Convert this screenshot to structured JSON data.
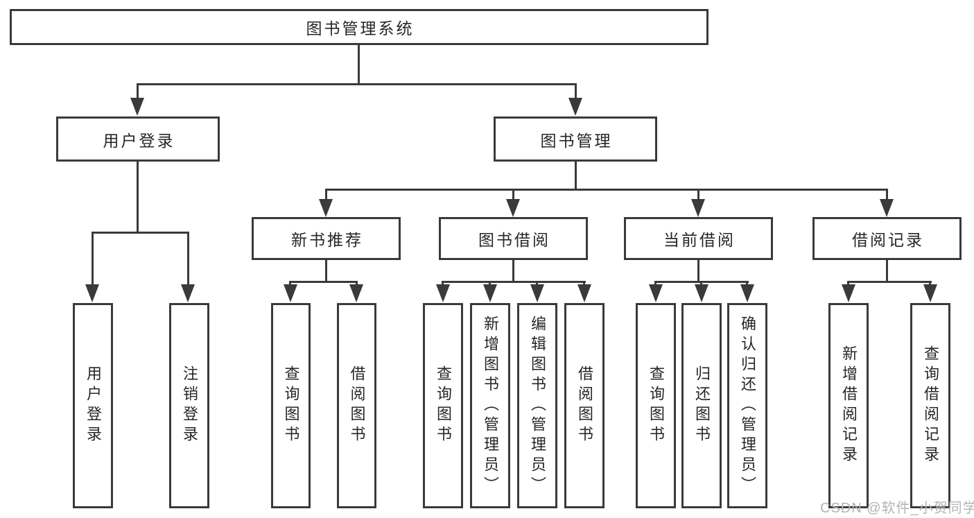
{
  "diagram": {
    "type": "hierarchy-tree",
    "title": "图书管理系统",
    "colors": {
      "background": "#ffffff",
      "line": "#3a3a3a",
      "box_border": "#3a3a3a",
      "text": "#262626",
      "watermark": "#b3b3b3"
    },
    "tree": {
      "label": "图书管理系统",
      "children": [
        {
          "label": "用户登录",
          "children": [
            {
              "label": "用户登录"
            },
            {
              "label": "注销登录"
            }
          ]
        },
        {
          "label": "图书管理",
          "children": [
            {
              "label": "新书推荐",
              "children": [
                {
                  "label": "查询图书"
                },
                {
                  "label": "借阅图书"
                }
              ]
            },
            {
              "label": "图书借阅",
              "children": [
                {
                  "label": "查询图书"
                },
                {
                  "label": "新增图书（管理员）"
                },
                {
                  "label": "编辑图书（管理员）"
                },
                {
                  "label": "借阅图书"
                }
              ]
            },
            {
              "label": "当前借阅",
              "children": [
                {
                  "label": "查询图书"
                },
                {
                  "label": "归还图书"
                },
                {
                  "label": "确认归还（管理员）"
                }
              ]
            },
            {
              "label": "借阅记录",
              "children": [
                {
                  "label": "新增借阅记录"
                },
                {
                  "label": "查询借阅记录"
                }
              ]
            }
          ]
        }
      ]
    },
    "watermark": {
      "text": "CSDN @软件_小贺同学"
    }
  }
}
